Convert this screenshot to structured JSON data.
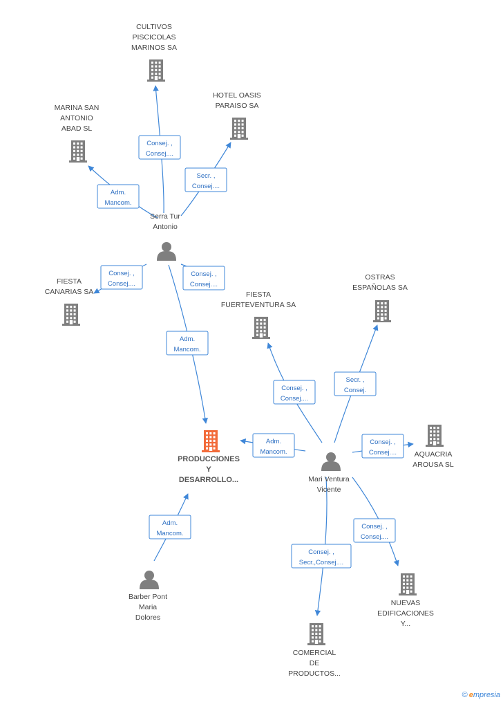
{
  "nodes": [
    {
      "id": "cultivos",
      "kind": "company",
      "label": [
        "CULTIVOS",
        "PISCICOLAS",
        "MARINOS SA"
      ]
    },
    {
      "id": "hotel",
      "kind": "company",
      "label": [
        "HOTEL OASIS",
        "PARAISO SA"
      ]
    },
    {
      "id": "marina",
      "kind": "company",
      "label": [
        "MARINA SAN",
        "ANTONIO",
        "ABAD SL"
      ]
    },
    {
      "id": "serra",
      "kind": "person",
      "label": [
        "Serra Tur",
        "Antonio"
      ]
    },
    {
      "id": "canarias",
      "kind": "company",
      "label": [
        "FIESTA",
        "CANARIAS SA"
      ]
    },
    {
      "id": "fuerteventura",
      "kind": "company",
      "label": [
        "FIESTA",
        "FUERTEVENTURA SA"
      ]
    },
    {
      "id": "ostras",
      "kind": "company",
      "label": [
        "OSTRAS",
        "ESPAÑOLAS SA"
      ]
    },
    {
      "id": "producciones",
      "kind": "main",
      "label": [
        "PRODUCCIONES",
        "Y",
        "DESARROLLO..."
      ]
    },
    {
      "id": "aquacria",
      "kind": "company",
      "label": [
        "AQUACRIA",
        "AROUSA SL"
      ]
    },
    {
      "id": "mari",
      "kind": "person",
      "label": [
        "Mari Ventura",
        "Vicente"
      ]
    },
    {
      "id": "barber",
      "kind": "person",
      "label": [
        "Barber Pont",
        "Maria",
        "Dolores"
      ]
    },
    {
      "id": "nuevas",
      "kind": "company",
      "label": [
        "NUEVAS",
        "EDIFICACIONES",
        "Y..."
      ]
    },
    {
      "id": "comercial",
      "kind": "company",
      "label": [
        "COMERCIAL",
        "DE",
        "PRODUCTOS..."
      ]
    }
  ],
  "edges": [
    {
      "id": "serra-cultivos",
      "label": [
        "Consej. ,",
        "Consej...."
      ]
    },
    {
      "id": "serra-hotel",
      "label": [
        "Secr. ,",
        "Consej...."
      ]
    },
    {
      "id": "serra-marina",
      "label": [
        "Adm.",
        "Mancom."
      ]
    },
    {
      "id": "serra-canarias",
      "label": [
        "Consej. ,",
        "Consej...."
      ]
    },
    {
      "id": "serra-fuerteventura",
      "label": [
        "Consej. ,",
        "Consej...."
      ]
    },
    {
      "id": "serra-producciones",
      "label": [
        "Adm.",
        "Mancom."
      ]
    },
    {
      "id": "mari-fuerteventura",
      "label": [
        "Consej. ,",
        "Consej...."
      ]
    },
    {
      "id": "mari-ostras",
      "label": [
        "Secr. ,",
        "Consej."
      ]
    },
    {
      "id": "mari-producciones",
      "label": [
        "Adm.",
        "Mancom."
      ]
    },
    {
      "id": "mari-aquacria",
      "label": [
        "Consej. ,",
        "Consej...."
      ]
    },
    {
      "id": "mari-nuevas",
      "label": [
        "Consej. ,",
        "Consej...."
      ]
    },
    {
      "id": "mari-comercial",
      "label": [
        "Consej. ,",
        "Secr.,Consej...."
      ]
    },
    {
      "id": "barber-producciones",
      "label": [
        "Adm.",
        "Mancom."
      ]
    }
  ],
  "colors": {
    "edge": "#3f87d8",
    "company_icon": "#7f7f7f",
    "person_icon": "#7f7f7f",
    "main_icon": "#f26b3a"
  },
  "footer": {
    "copyright": "©",
    "brand_first": "e",
    "brand_rest": "mpresia"
  }
}
